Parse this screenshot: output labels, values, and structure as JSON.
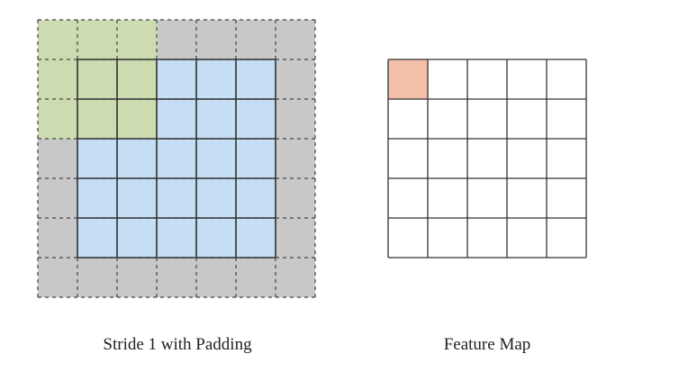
{
  "padded_input": {
    "caption": "Stride 1 with Padding",
    "grid_size": 7,
    "padding": 1,
    "kernel_size": 3,
    "kernel_position": [
      0,
      0
    ],
    "colors": {
      "padding": "#c8c8c8",
      "input": "#c5def4",
      "kernel": "#cddcb0",
      "solid_line": "#333333",
      "dashed_line": "#444444"
    }
  },
  "feature_map": {
    "caption": "Feature Map",
    "grid_size": 5,
    "highlighted_cell": [
      0,
      0
    ],
    "colors": {
      "cell": "#ffffff",
      "highlight": "#f5c0aa",
      "line": "#333333"
    }
  }
}
